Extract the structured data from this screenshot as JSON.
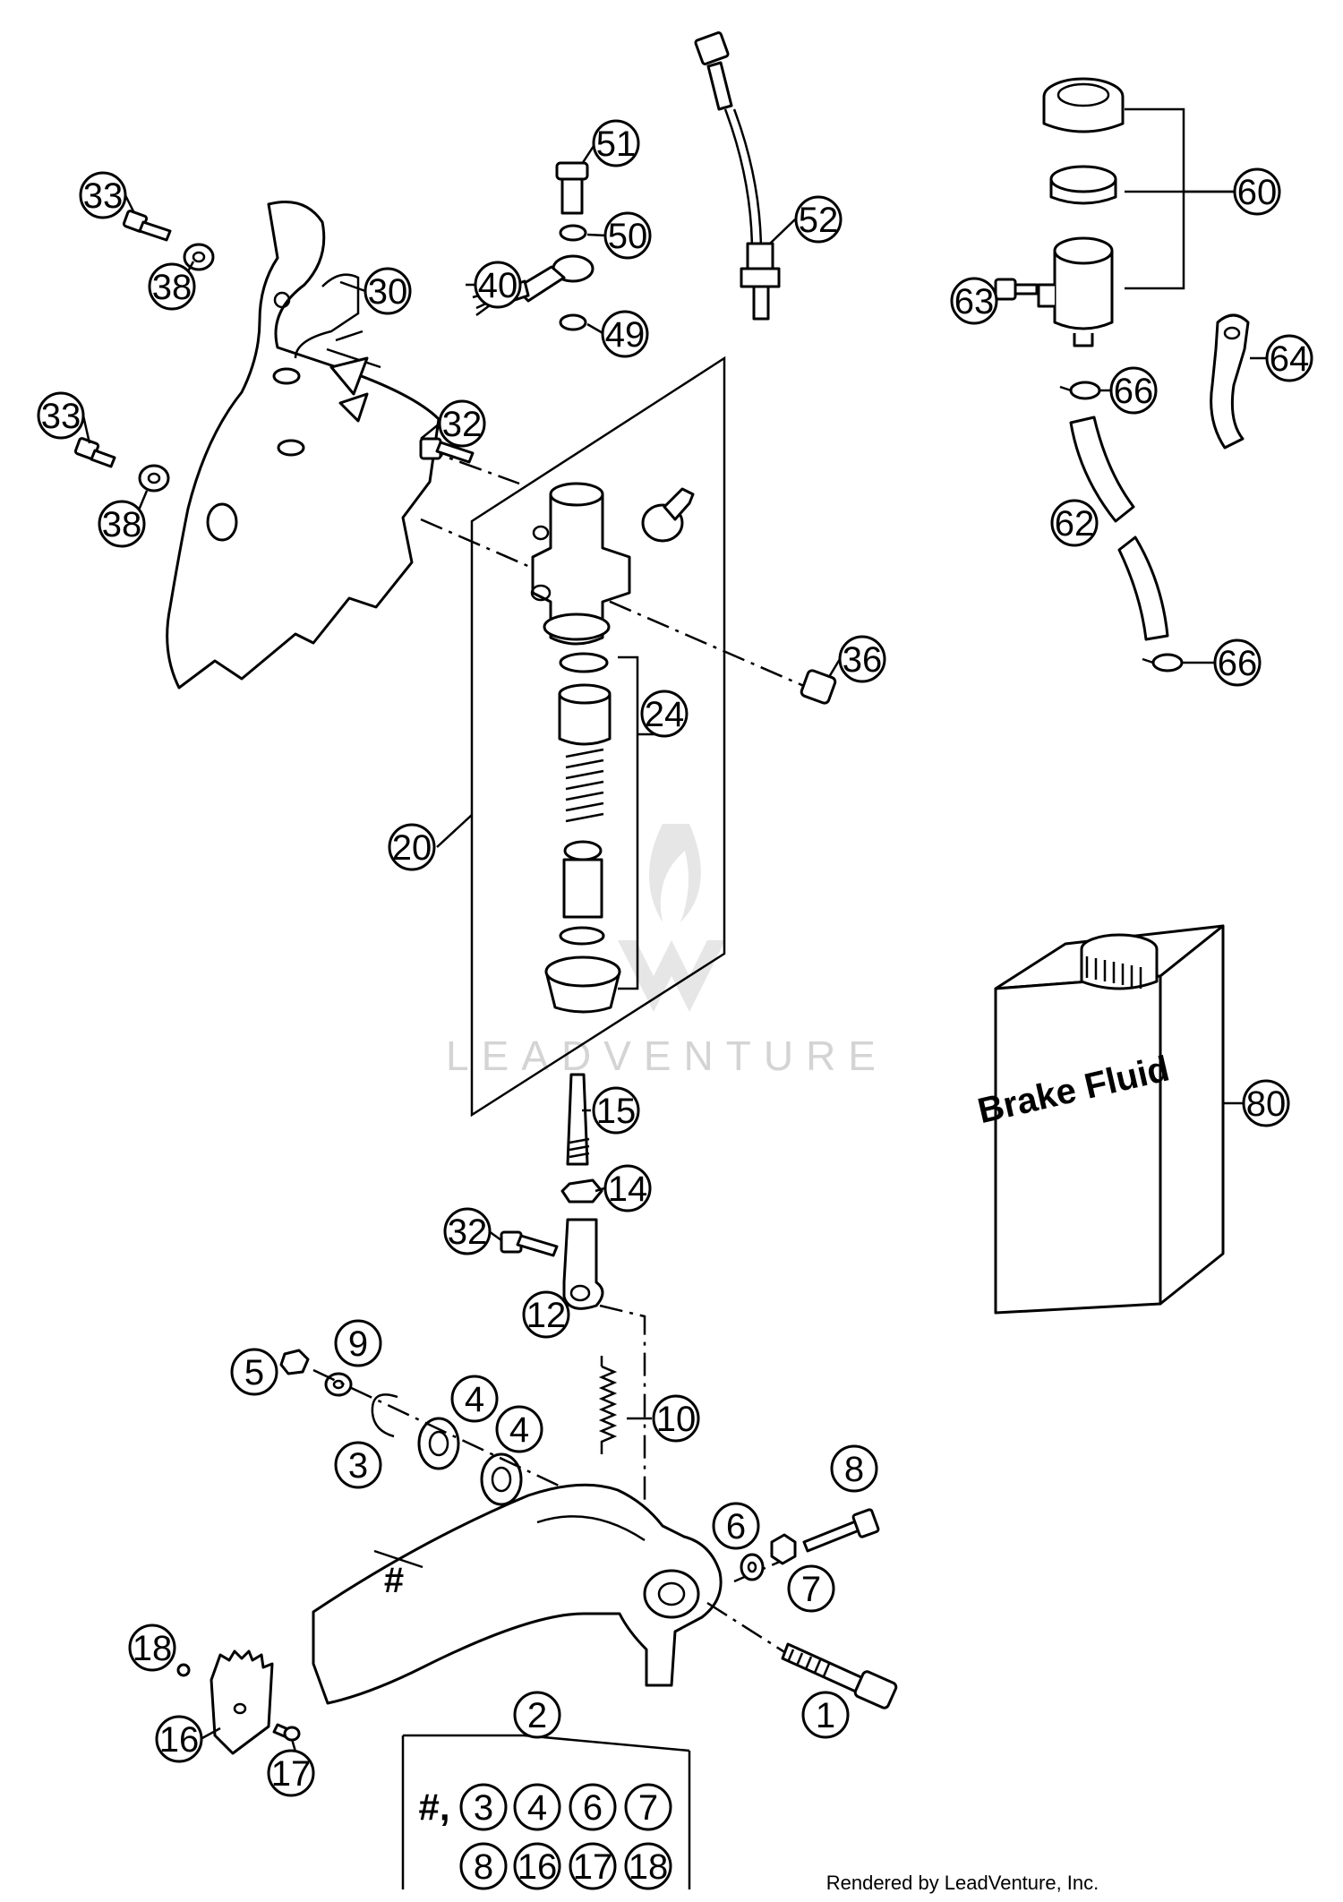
{
  "callouts": [
    {
      "label": "1"
    },
    {
      "label": "2"
    },
    {
      "label": "3"
    },
    {
      "label": "4"
    },
    {
      "label": "4"
    },
    {
      "label": "5"
    },
    {
      "label": "6"
    },
    {
      "label": "7"
    },
    {
      "label": "8"
    },
    {
      "label": "9"
    },
    {
      "label": "10"
    },
    {
      "label": "12"
    },
    {
      "label": "14"
    },
    {
      "label": "15"
    },
    {
      "label": "16"
    },
    {
      "label": "17"
    },
    {
      "label": "18"
    },
    {
      "label": "20"
    },
    {
      "label": "24"
    },
    {
      "label": "30"
    },
    {
      "label": "32"
    },
    {
      "label": "32"
    },
    {
      "label": "33"
    },
    {
      "label": "33"
    },
    {
      "label": "36"
    },
    {
      "label": "38"
    },
    {
      "label": "38"
    },
    {
      "label": "40"
    },
    {
      "label": "49"
    },
    {
      "label": "50"
    },
    {
      "label": "51"
    },
    {
      "label": "52"
    },
    {
      "label": "60"
    },
    {
      "label": "62"
    },
    {
      "label": "63"
    },
    {
      "label": "64"
    },
    {
      "label": "66"
    },
    {
      "label": "66"
    },
    {
      "label": "80"
    }
  ],
  "pedal_mark": "#",
  "kit_box": {
    "prefix": "#,",
    "items": [
      "3",
      "4",
      "6",
      "7",
      "8",
      "16",
      "17",
      "18"
    ]
  },
  "container_label": "Brake Fluid",
  "watermark": "LEADVENTURE",
  "credit": "Rendered by LeadVenture, Inc."
}
